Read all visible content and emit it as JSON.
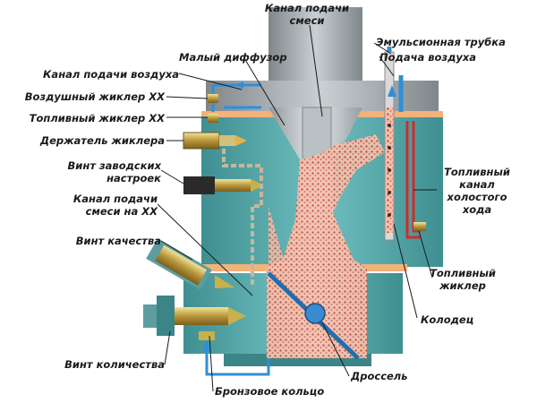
{
  "labels": {
    "kanal_podachi_smesi": "Канал подачи смеси",
    "emulsionnaya_trubka": "Эмульсионная трубка",
    "malyi_diffuzor": "Малый диффузор",
    "podacha_vozduha": "Подача воздуха",
    "kanal_podachi_vozduha": "Канал подачи воздуха",
    "vozdushnyi_zhikler_xx": "Воздушный жиклер ХХ",
    "toplivnyi_zhikler_xx": "Топливный жиклер ХХ",
    "derzhatel_zhiklera": "Держатель жиклера",
    "vint_zavodskih_nastroek": "Винт заводских настроек",
    "kanal_podachi_smesi_xx": "Канал подачи смеси на ХХ",
    "toplivnyi_kanal_xh": "Топливный канал холостого хода",
    "vint_kachestva": "Винт качества",
    "toplivnyi_zhikler": "Топливный жиклер",
    "kolodec": "Колодец",
    "vint_kolichestva": "Винт количества",
    "drossel": "Дроссель",
    "bronzovoe_kolco": "Бронзовое кольцо"
  },
  "colors": {
    "body_teal": "#4fa3a5",
    "body_gray": "#9aa2a6",
    "channel_blue": "#2f8fd6",
    "fuel_red": "#d42a2a",
    "mixture": "#e8a48c",
    "gasket": "#f2b27a",
    "screw": "#c9b04a"
  }
}
